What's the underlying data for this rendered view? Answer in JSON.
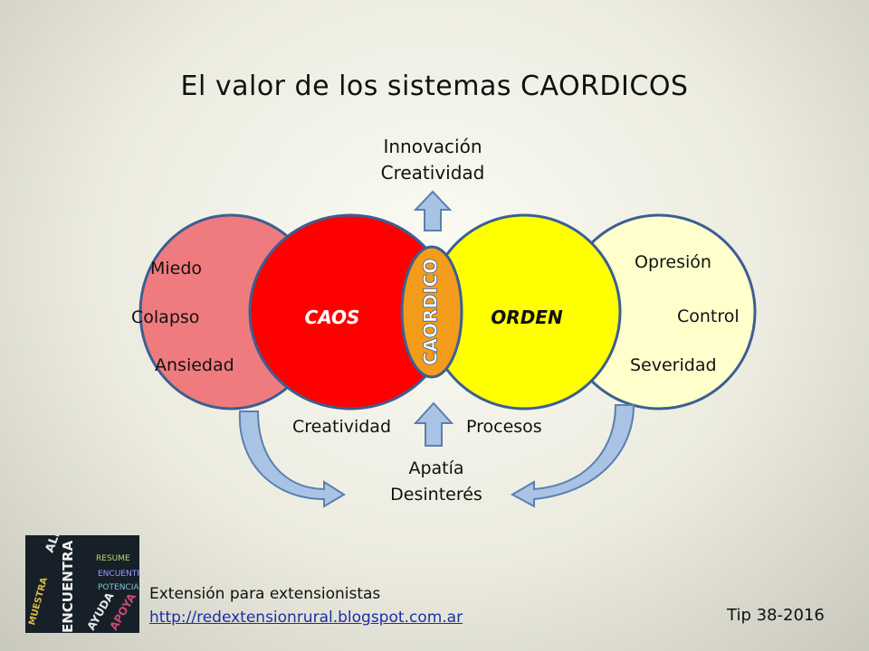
{
  "title": "El valor de los sistemas CAORDICOS",
  "top_labels": [
    "Innovación",
    "Creatividad"
  ],
  "left_outer": [
    "Miedo",
    "Colapso",
    "Ansiedad"
  ],
  "right_outer": [
    "Opresión",
    "Control",
    "Severidad"
  ],
  "caos": "CAOS",
  "orden": "ORDEN",
  "caordico": "CAORDICO",
  "bottom_left": "Creatividad",
  "bottom_right": "Procesos",
  "bottom_center": [
    "Apatía",
    "Desinterés"
  ],
  "footer": {
    "line1": "Extensión para extensionistas",
    "link": "http://redextensionrural.blogspot.com.ar",
    "tip": "Tip 38-2016"
  },
  "logo_words": [
    "ALIANZA",
    "ENCUENTRA",
    "MUESTRA",
    "AYUDA",
    "APOYA",
    "POTENCIA",
    "RESUME",
    "ENCUENTRA"
  ],
  "colors": {
    "outer_left": "#f07b7f",
    "caos": "#ff0000",
    "orden": "#ffff00",
    "outer_right": "#ffffcc",
    "caordico": "#f39c1c",
    "stroke": "#3b5f91",
    "arrow": "#a9c3e4"
  }
}
